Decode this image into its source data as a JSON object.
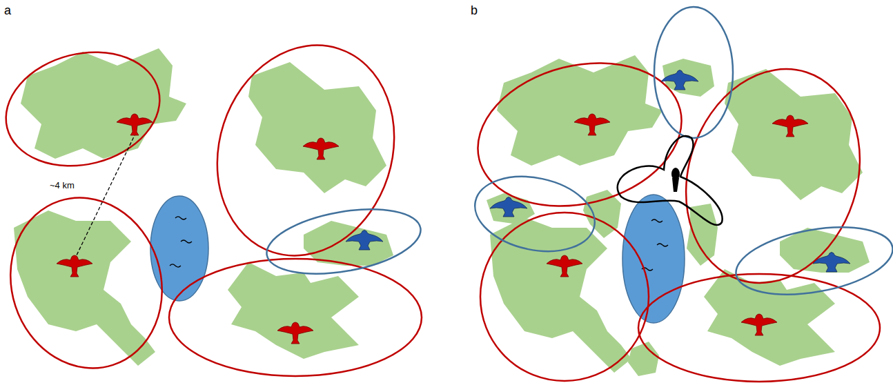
{
  "diagram": {
    "labels": [
      "a",
      "b",
      "~4 km"
    ]
  }
}
